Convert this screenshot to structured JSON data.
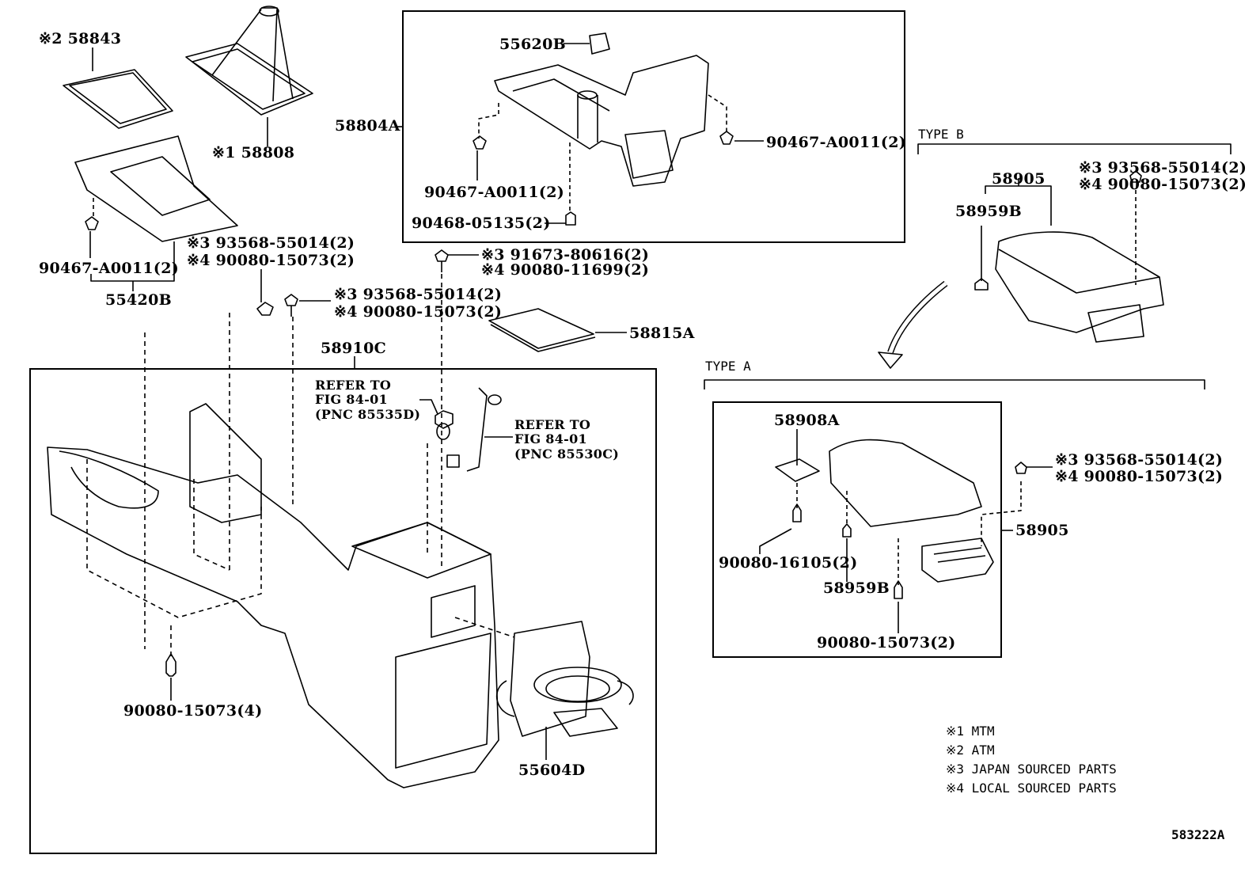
{
  "diagram": {
    "figure_id": "583222A",
    "groups": {
      "type_b": "TYPE B",
      "type_a": "TYPE A"
    },
    "labels": {
      "p58843": "※2 58843",
      "p58808": "※1 58808",
      "p58804A": "58804A",
      "p55620B": "55620B",
      "clip_top_right": "90467-A0011(2)",
      "clip_top_left": "90467-A0011(2)",
      "p90468": "90468-05135(2)",
      "clip_left": "90467-A0011(2)",
      "p55420B": "55420B",
      "screw_a_1": "※3 93568-55014(2)",
      "screw_a_2": "※4 90080-15073(2)",
      "screw_b_1": "※3 93568-55014(2)",
      "screw_b_2": "※4 90080-15073(2)",
      "screw_c_1": "※3 91673-80616(2)",
      "screw_c_2": "※4 90080-11699(2)",
      "p58815A": "58815A",
      "p58910C": "58910C",
      "refer1_line1": "REFER TO",
      "refer1_line2": "FIG 84-01",
      "refer1_line3": "(PNC 85535D)",
      "refer2_line1": "REFER TO",
      "refer2_line2": "FIG 84-01",
      "refer2_line3": "(PNC 85530C)",
      "p90080_4": "90080-15073(4)",
      "p55604D": "55604D",
      "tb_58905": "58905",
      "tb_58959B": "58959B",
      "tb_screw_1": "※3 93568-55014(2)",
      "tb_screw_2": "※4 90080-15073(2)",
      "ta_58908A": "58908A",
      "ta_90080_16105": "90080-16105(2)",
      "ta_58959B": "58959B",
      "ta_90080_15073": "90080-15073(2)",
      "ta_58905": "58905",
      "ta_screw_1": "※3 93568-55014(2)",
      "ta_screw_2": "※4 90080-15073(2)"
    },
    "legend": [
      "※1 MTM",
      "※2 ATM",
      "※3 JAPAN SOURCED PARTS",
      "※4 LOCAL SOURCED PARTS"
    ]
  }
}
